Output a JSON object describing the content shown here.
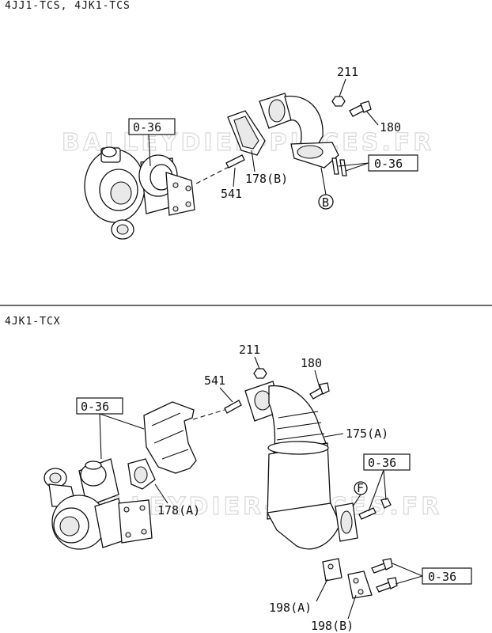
{
  "sections": [
    {
      "header": "4JJ1-TCS, 4JK1-TCS",
      "labels": {
        "l211": "211",
        "l180": "180",
        "l036a": "0-36",
        "l036b": "0-36",
        "l178b": "178(B)",
        "l541": "541",
        "lB": "B"
      }
    },
    {
      "header": "4JK1-TCX",
      "labels": {
        "l211": "211",
        "l180": "180",
        "l541": "541",
        "l036a": "0-36",
        "l175a": "175(A)",
        "l036b": "0-36",
        "l178a": "178(A)",
        "lF": "F",
        "l036c": "0-36",
        "l198a": "198(A)",
        "l198b": "198(B)"
      }
    }
  ],
  "watermark": "BALLEYDIER-PIECES.FR"
}
